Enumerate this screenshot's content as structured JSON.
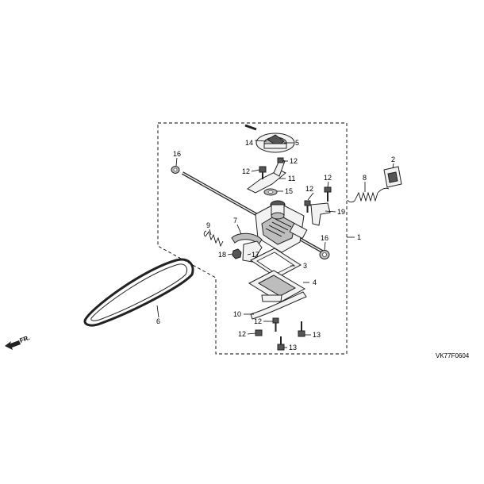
{
  "diagram": {
    "code": "VK77F0604",
    "front_marker": "FR.",
    "callouts": {
      "c1": "1",
      "c2": "2",
      "c3": "3",
      "c4": "4",
      "c5": "5",
      "c6": "6",
      "c7": "7",
      "c8": "8",
      "c9": "9",
      "c10": "10",
      "c11": "11",
      "c12a": "12",
      "c12b": "12",
      "c12c": "12",
      "c12d": "12",
      "c12e": "12",
      "c13a": "13",
      "c13b": "13",
      "c14": "14",
      "c15": "15",
      "c16a": "16",
      "c16b": "16",
      "c17": "17",
      "c18": "18",
      "c19": "19"
    },
    "colors": {
      "ink": "#000000",
      "part_fill": "#f2f2f2",
      "shade": "#555555"
    }
  }
}
